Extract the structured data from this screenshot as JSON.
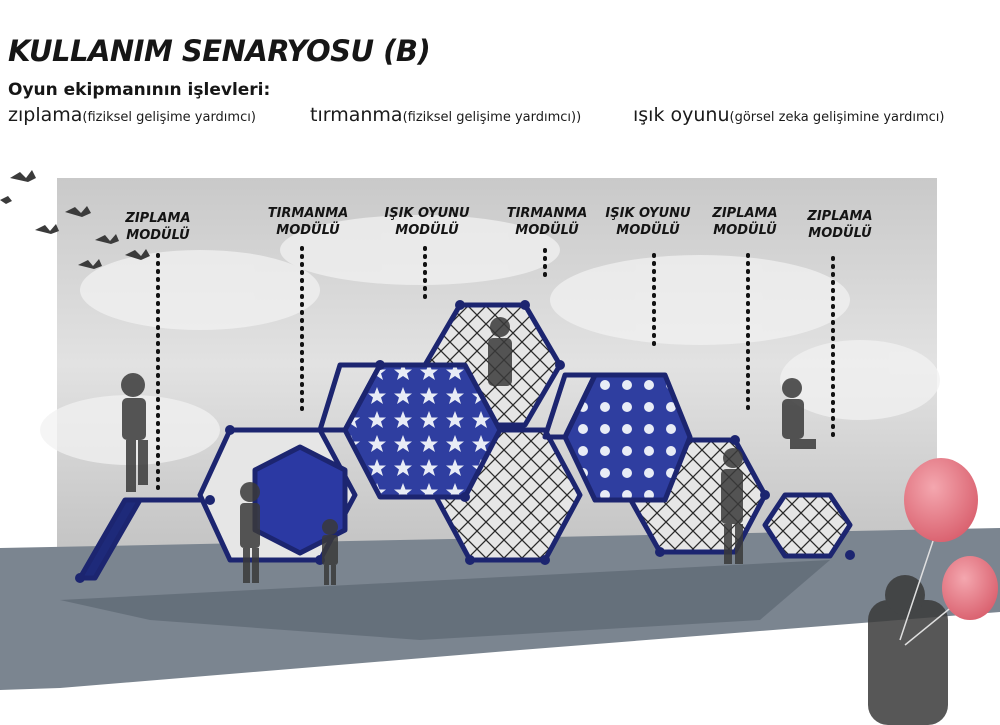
{
  "title": "KULLANIM SENARYOSU (B)",
  "subtitle": "Oyun ekipmanının işlevleri:",
  "functions": [
    {
      "name": "zıplama",
      "note": "(fiziksel gelişime yardımcı)"
    },
    {
      "name": "tırmanma",
      "note": "(fiziksel gelişime yardımcı))"
    },
    {
      "name": "ışık oyunu",
      "note": "(görsel zeka gelişimine yardımcı)"
    }
  ],
  "modules": [
    {
      "line1": "ZIPLAMA",
      "line2": "MODÜLÜ"
    },
    {
      "line1": "TIRMANMA",
      "line2": "MODÜLÜ"
    },
    {
      "line1": "IŞIK OYUNU",
      "line2": "MODÜLÜ"
    },
    {
      "line1": "TIRMANMA",
      "line2": "MODÜLÜ"
    },
    {
      "line1": "IŞIK OYUNU",
      "line2": "MODÜLÜ"
    },
    {
      "line1": "ZIPLAMA",
      "line2": "MODÜLÜ"
    },
    {
      "line1": "ZIPLAMA",
      "line2": "MODÜLÜ"
    }
  ],
  "colors": {
    "frame": "#1c2570",
    "panel": "#2b3a9a",
    "ground": "#7b8590",
    "sky": "#d6d6d6",
    "balloon": "#e57b86"
  }
}
